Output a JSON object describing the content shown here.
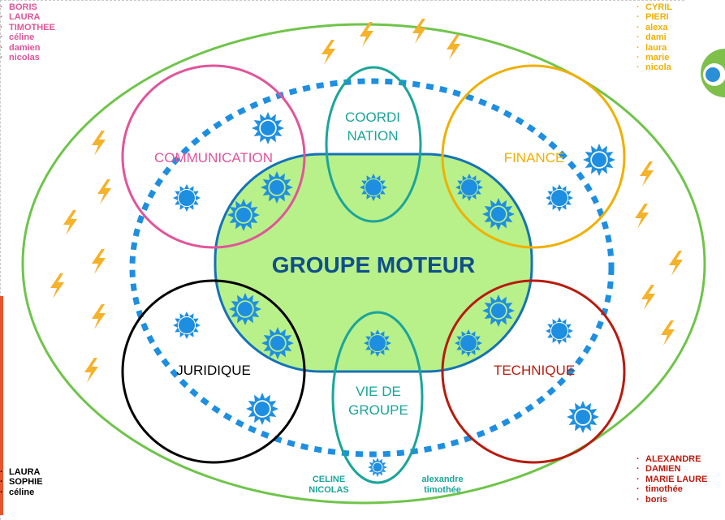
{
  "diagram": {
    "center_title": "GROUPE MOTEUR",
    "circles": [
      {
        "id": "communication",
        "label": "COMMUNICATION",
        "color": "#e0559a"
      },
      {
        "id": "finance",
        "label": "FINANCE",
        "color": "#f0b000"
      },
      {
        "id": "juridique",
        "label": "JURIDIQUE",
        "color": "#000000"
      },
      {
        "id": "technique",
        "label": "TECHNIQUE",
        "color": "#b81b0f"
      }
    ],
    "ovals": [
      {
        "id": "coordination",
        "line1": "COORDI",
        "line2": "NATION",
        "color": "#1ba59a"
      },
      {
        "id": "vie-de-groupe",
        "line1": "VIE DE",
        "line2": "GROUPE",
        "color": "#1ba59a"
      }
    ],
    "colors": {
      "outer_ellipse": "#6fc44a",
      "core_fill": "#b8f08a",
      "core_stroke": "#1572b6",
      "dotted_ring": "#1e8fe0",
      "sun": "#1e8fe0",
      "lightning": "#f5b22a"
    }
  },
  "lists": {
    "top_left": [
      "BORIS",
      "LAURA",
      "TIMOTHEE",
      "céline",
      "damien",
      "nicolas"
    ],
    "top_right": [
      "CYRIL",
      "PIERI",
      "alexa",
      "dami",
      "laura",
      "marie",
      "nicola"
    ],
    "bottom_left": [
      "LAURA",
      "SOPHIE",
      "céline"
    ],
    "bottom_right": [
      "ALEXANDRE",
      "DAMIEN",
      "MARIE LAURE",
      "timothée",
      "boris"
    ]
  },
  "group_names": {
    "left": [
      "CELINE",
      "NICOLAS"
    ],
    "right": [
      "alexandre",
      "timothée"
    ]
  }
}
